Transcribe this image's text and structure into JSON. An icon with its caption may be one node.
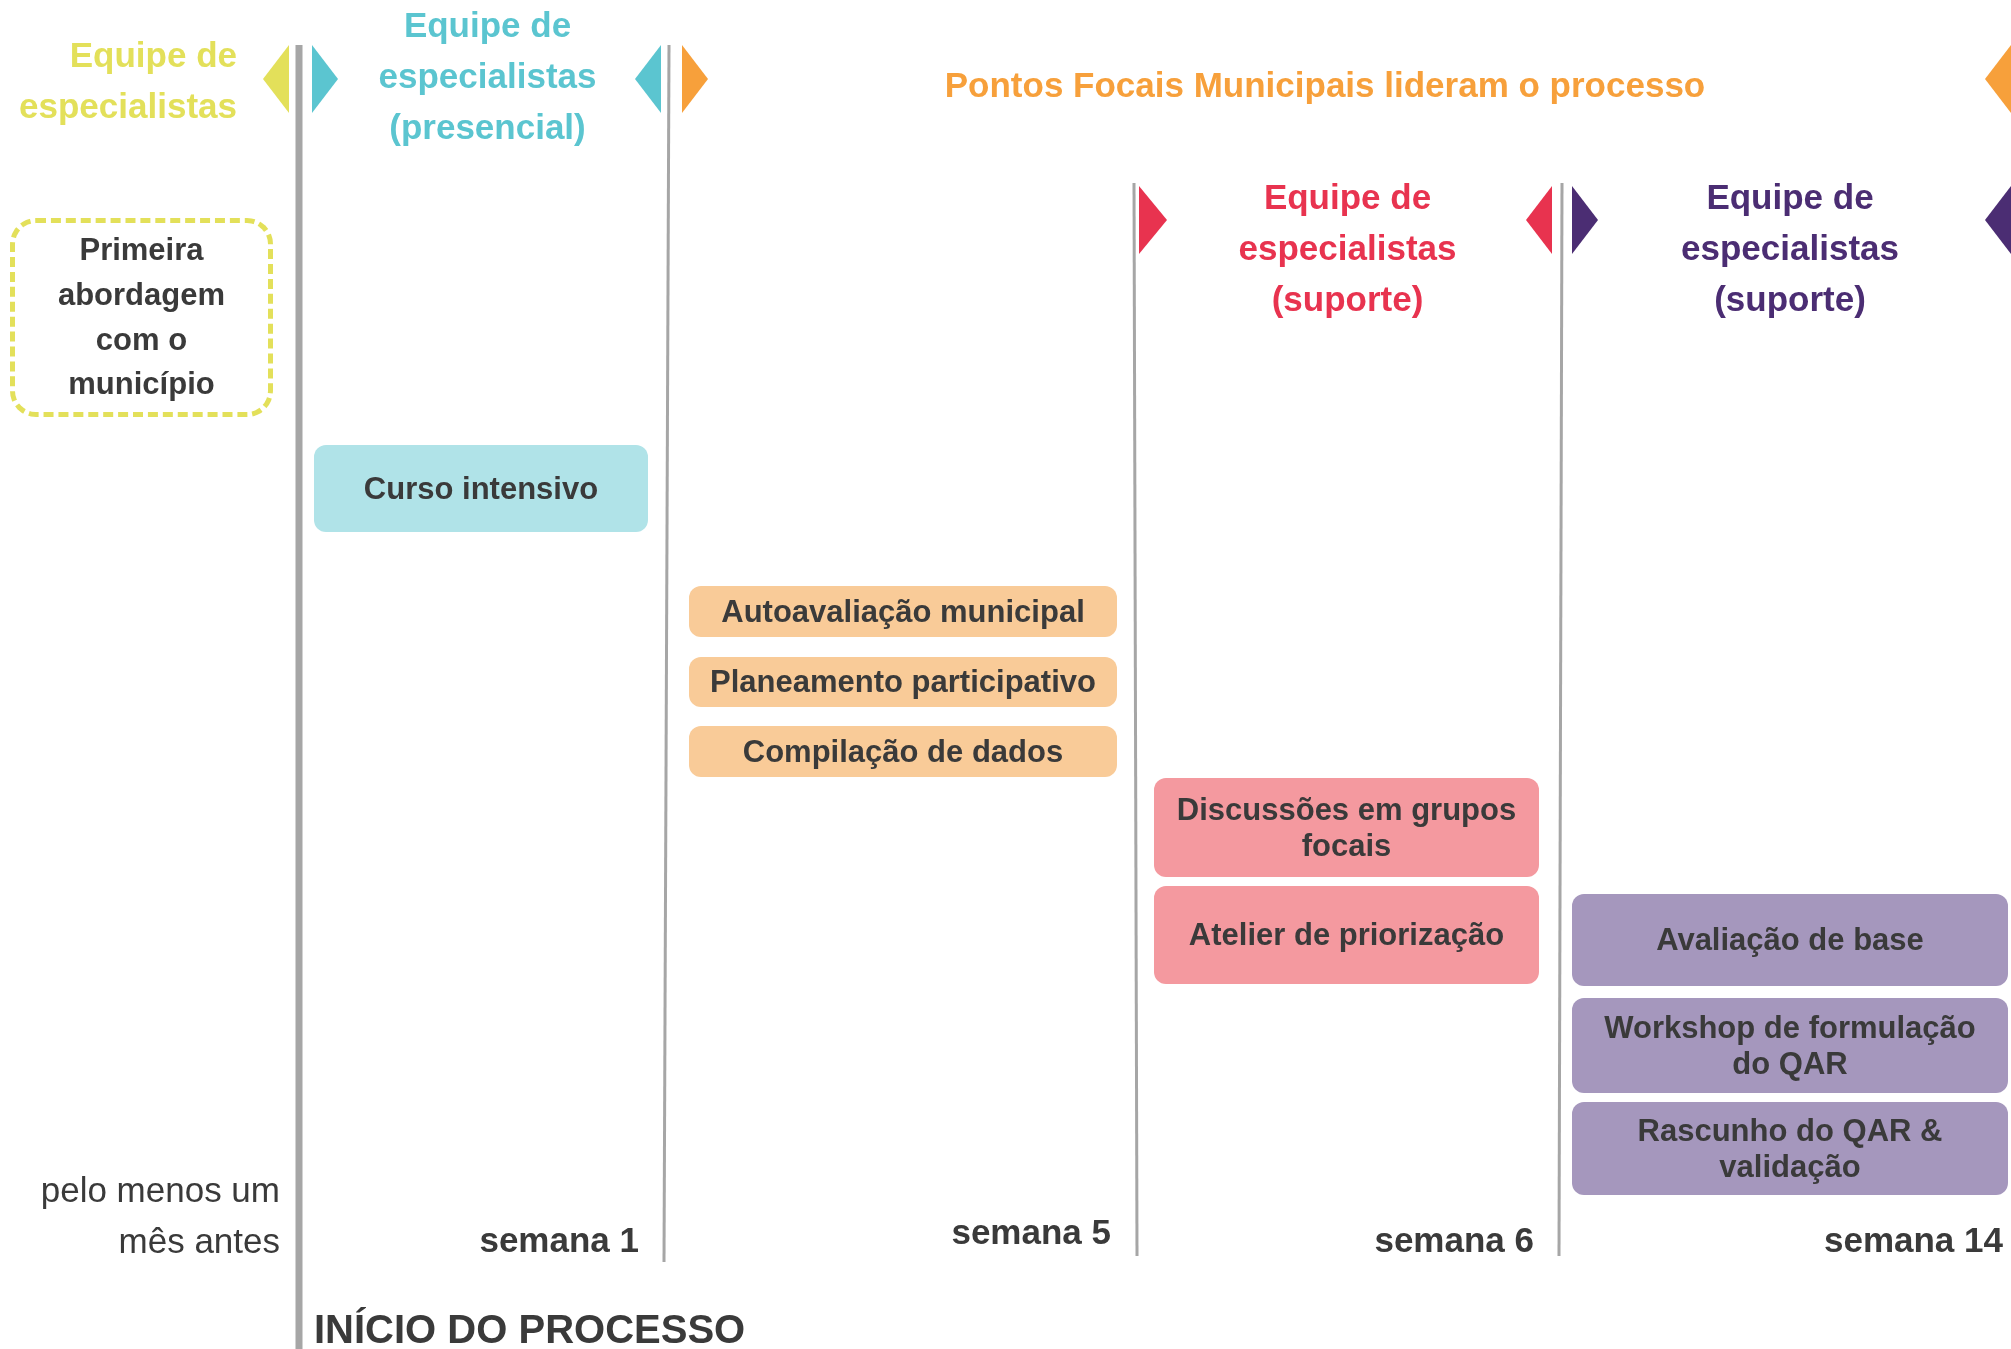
{
  "diagram": {
    "nodes": [
      {
        "text": [
          "Primeira abordagem com o município"
        ]
      },
      {
        "text": [
          "Curso intensivo"
        ]
      },
      {
        "text": [
          "Autoavaliação municipal"
        ]
      },
      {
        "text": [
          "Planeamento participativo"
        ]
      },
      {
        "text": [
          "Compilação de dados"
        ]
      },
      {
        "text": [
          "Discussões em grupos focais"
        ]
      },
      {
        "text": [
          "Atelier de priorização"
        ]
      },
      {
        "text": [
          "Avaliação de base"
        ]
      },
      {
        "text": [
          "Workshop de formulação do QAR"
        ]
      },
      {
        "text": [
          "Rascunho do QAR & validação"
        ]
      }
    ],
    "labels": [
      "Equipe de especialistas",
      "Equipe de especialistas (presencial)",
      "Pontos Focais Municipais lideram o processo",
      "Equipe de especialistas (suporte)",
      "Equipe de especialistas (suporte)",
      "pelo menos um mês antes",
      "semana 1",
      "semana 5",
      "semana 6",
      "semana 14",
      "INÍCIO DO PROCESSO"
    ]
  }
}
